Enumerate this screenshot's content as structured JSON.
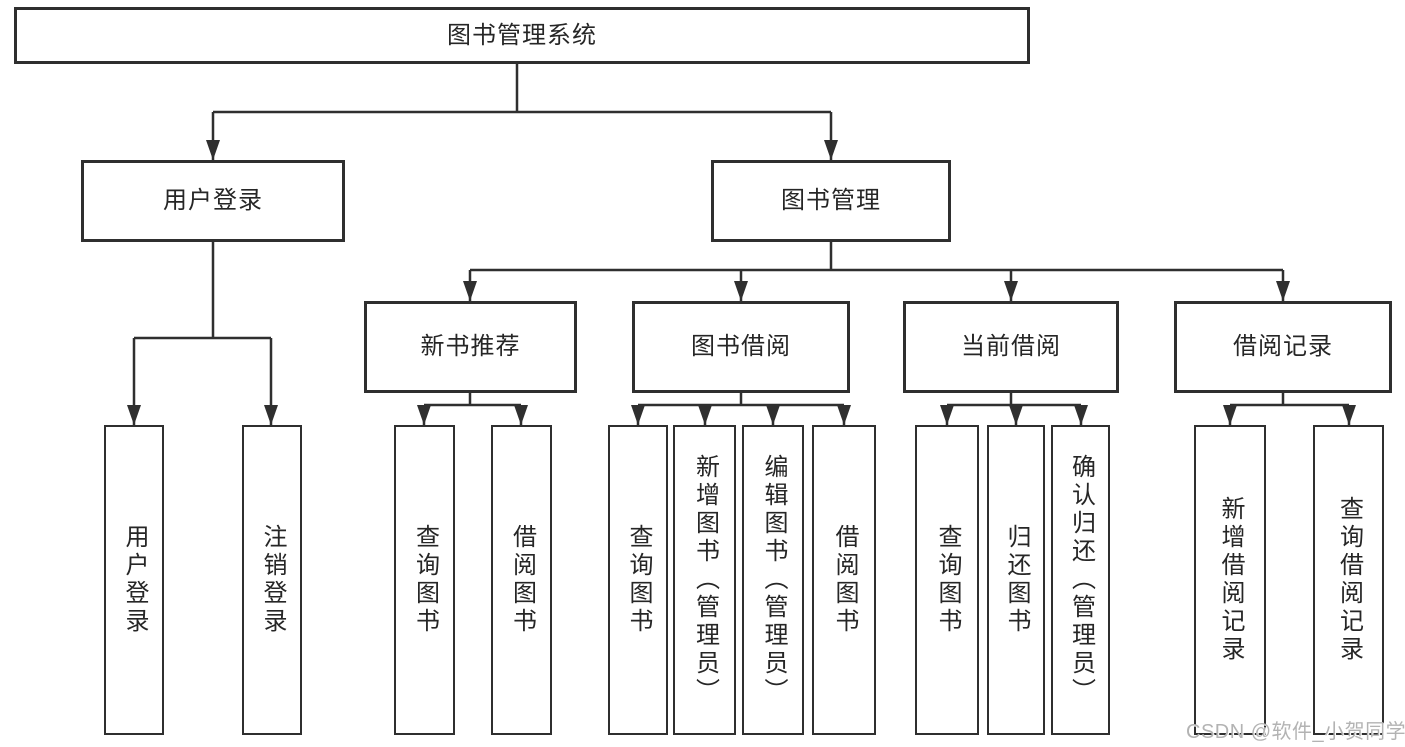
{
  "nodes": {
    "root": "图书管理系统",
    "user_login": "用户登录",
    "book_mgmt": "图书管理",
    "new_book": "新书推荐",
    "book_borrow": "图书借阅",
    "current_borrow": "当前借阅",
    "borrow_record": "借阅记录",
    "leaf_user_login": "用户登录",
    "leaf_logout": "注销登录",
    "leaf_nb_query": "查询图书",
    "leaf_nb_borrow": "借阅图书",
    "leaf_bb_query": "查询图书",
    "leaf_bb_add": "新增图书（管理员）",
    "leaf_bb_edit": "编辑图书（管理员）",
    "leaf_bb_borrow": "借阅图书",
    "leaf_cb_query": "查询图书",
    "leaf_cb_return": "归还图书",
    "leaf_cb_confirm": "确认归还（管理员）",
    "leaf_br_add": "新增借阅记录",
    "leaf_br_query": "查询借阅记录"
  },
  "watermark": "CSDN @软件_小贺同学",
  "colors": {
    "line": "#2f2f2f",
    "text": "#262626",
    "watermark": "#b3b3b3",
    "background": "#ffffff"
  }
}
